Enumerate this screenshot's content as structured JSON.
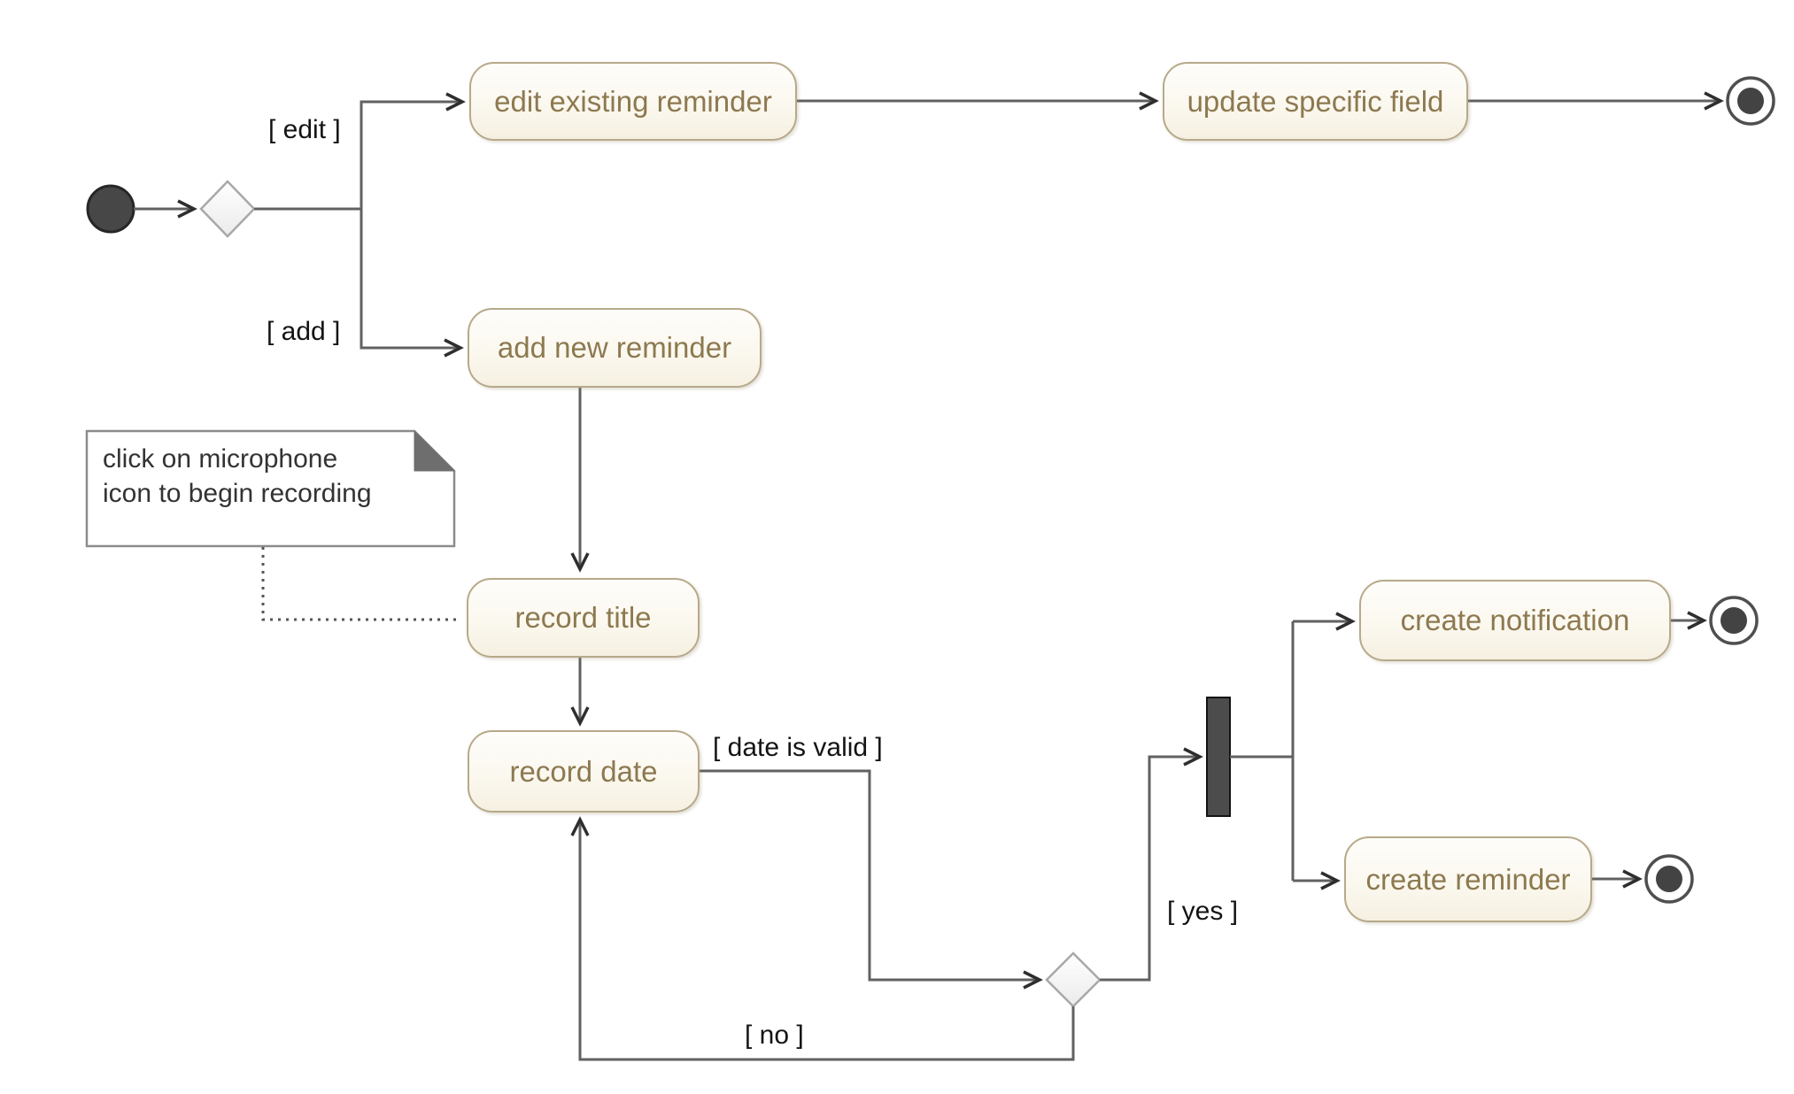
{
  "activities": {
    "edit_existing_reminder": "edit existing reminder",
    "update_specific_field": "update specific field",
    "add_new_reminder": "add new reminder",
    "record_title": "record title",
    "record_date": "record date",
    "create_notification": "create notification",
    "create_reminder": "create reminder"
  },
  "guards": {
    "edit": "[ edit ]",
    "add": "[ add ]",
    "date_is_valid": "[ date is valid ]",
    "yes": "[ yes ]",
    "no": "[ no ]"
  },
  "note": {
    "line1": "click on microphone",
    "line2": "icon to begin recording"
  },
  "colors": {
    "activity_fill_top": "#fefdfa",
    "activity_fill_bottom": "#f5f0e1",
    "activity_border": "#b7a98a",
    "activity_text": "#8d7950",
    "edge": "#616161",
    "arrowhead": "#2e2e2e",
    "guard_text": "#141414",
    "node_fill": "#474747",
    "diamond_border": "#a8a8a8",
    "note_border": "#8c8c8c",
    "note_fold": "#6e6e6e",
    "background": "#ffffff"
  }
}
